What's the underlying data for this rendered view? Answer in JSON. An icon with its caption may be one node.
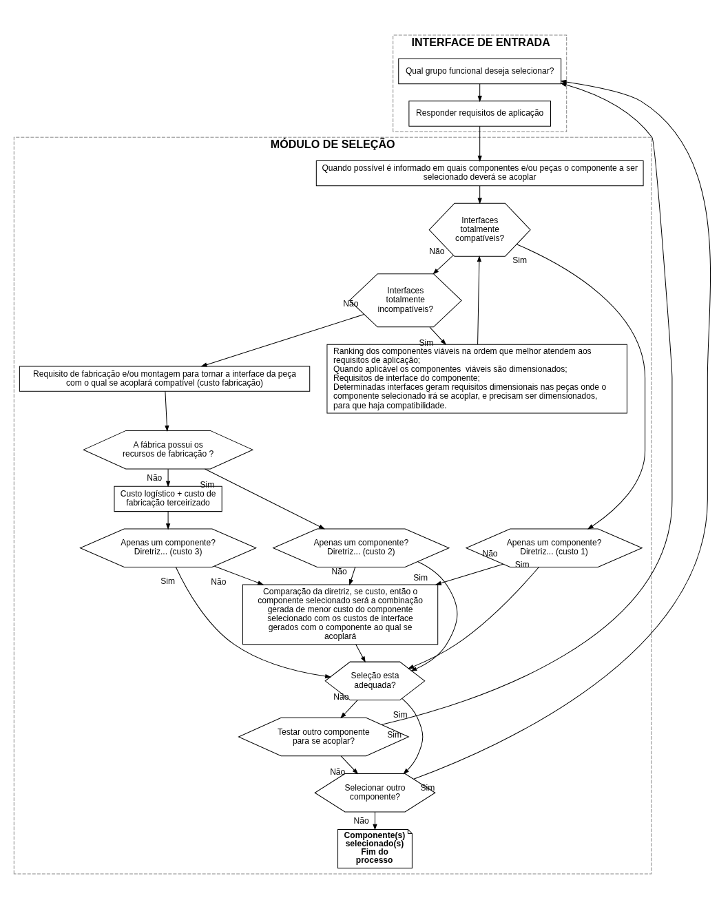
{
  "diagram": {
    "nodes": [
      {
        "text": [
          "INTERFACE DE ENTRADA"
        ]
      },
      {
        "text": [
          "Qual grupo funcional deseja selecionar?"
        ],
        "in": 0
      },
      {
        "text": [
          "Responder requisitos de aplicação"
        ],
        "in": 0
      },
      {
        "text": [
          "MÓDULO DE SELEÇÃO"
        ]
      },
      {
        "text": [
          "Quando possível é informado em quais componentes e/ou peças o componente a ser selecionado deverá se acoplar"
        ],
        "in": 3
      },
      {
        "text": [
          "Interfaces totalmente compatíveis?"
        ],
        "in": 3
      },
      {
        "text": [
          "Ranking dos componentes viáveis na ordem que melhor atendem aos requisitos de aplicação;",
          "Quando aplicável os componentes  viáveis são dimensionados;",
          "Requisitos de interface do componente;",
          "Determinadas interfaces geram requisitos dimensionais nas peças onde o componente selecionado irá se acoplar, e precisam ser dimensionados, para que haja compatibilidade."
        ],
        "in": 3
      },
      {
        "text": [
          "Interfaces totalmente incompatíveis?"
        ],
        "in": 3
      },
      {
        "text": [
          "Requisito de fabricação e/ou montagem para tornar a interface da peça com o qual se acoplará compatível (custo fabricação)"
        ],
        "in": 3
      },
      {
        "text": [
          "A fábrica possui os recursos de fabricação ?"
        ],
        "in": 3
      },
      {
        "text": [
          "Apenas um componente? Diretriz... (custo 2)"
        ],
        "in": 3
      },
      {
        "text": [
          "Custo logístico + custo de fabricação terceirizado"
        ],
        "in": 3
      },
      {
        "text": [
          "Apenas um componente? Diretriz... (custo 1)"
        ],
        "in": 3
      },
      {
        "text": [
          "Apenas um componente? Diretriz... (custo 3)"
        ],
        "in": 3
      },
      {
        "text": [
          "Comparação da diretriz, se custo, então o componente selecionado será a combinação gerada de menor custo do componente selecionado com os custos de interface gerados com o componente ao qual se acoplará"
        ],
        "in": 3
      },
      {
        "text": [
          "Seleção esta adequada?"
        ],
        "in": 3
      },
      {
        "text": [
          "Testar outro componente para se acoplar?"
        ],
        "in": 3
      },
      {
        "text": [
          "Selecionar outro componente?"
        ],
        "in": 3
      },
      {
        "text": [
          "Componente(s) selecionado(s) Fim do processo"
        ],
        "in": 3
      }
    ],
    "edges": [
      {
        "from": 1,
        "to": 2,
        "arrow": "to"
      },
      {
        "from": 2,
        "to": 4,
        "arrow": "to"
      },
      {
        "from": 4,
        "to": 5,
        "arrow": "to"
      },
      {
        "from": 5,
        "to": 7,
        "arrow": "to",
        "label": "Não"
      },
      {
        "from": 5,
        "to": 12,
        "arrow": "to",
        "label": "Sim"
      },
      {
        "from": 6,
        "to": 5,
        "arrow": "to"
      },
      {
        "from": 7,
        "to": 6,
        "arrow": "to",
        "label": "Sim"
      },
      {
        "from": 7,
        "to": 8,
        "arrow": "to",
        "label": "Não"
      },
      {
        "from": 8,
        "to": 9,
        "arrow": "to"
      },
      {
        "from": 9,
        "to": 10,
        "arrow": "to",
        "label": "Sim"
      },
      {
        "from": 9,
        "to": 11,
        "arrow": "to",
        "label": "Não"
      },
      {
        "from": 10,
        "to": 15,
        "arrow": "to",
        "label": "Sim"
      },
      {
        "from": 10,
        "to": 14,
        "arrow": "to",
        "label": "Não"
      },
      {
        "from": 11,
        "to": 13,
        "arrow": "to"
      },
      {
        "from": 12,
        "to": 15,
        "arrow": "to",
        "label": "Sim"
      },
      {
        "from": 12,
        "to": 14,
        "arrow": "to",
        "label": "Não"
      },
      {
        "from": 13,
        "to": 15,
        "arrow": "to",
        "label": "Sim"
      },
      {
        "from": 13,
        "to": 14,
        "arrow": "to",
        "label": "Não"
      },
      {
        "from": 14,
        "to": 15,
        "arrow": "to"
      },
      {
        "from": 15,
        "to": 16,
        "arrow": "to",
        "label": "Não"
      },
      {
        "from": 15,
        "to": 17,
        "arrow": "to",
        "label": "Sim"
      },
      {
        "from": 16,
        "to": 1,
        "arrow": "to",
        "label": "Sim"
      },
      {
        "from": 16,
        "to": 17,
        "arrow": "to",
        "label": "Não"
      },
      {
        "from": 17,
        "to": 1,
        "arrow": "to",
        "label": "Sim"
      },
      {
        "from": 17,
        "to": 18,
        "arrow": "to",
        "label": "Não"
      }
    ]
  }
}
